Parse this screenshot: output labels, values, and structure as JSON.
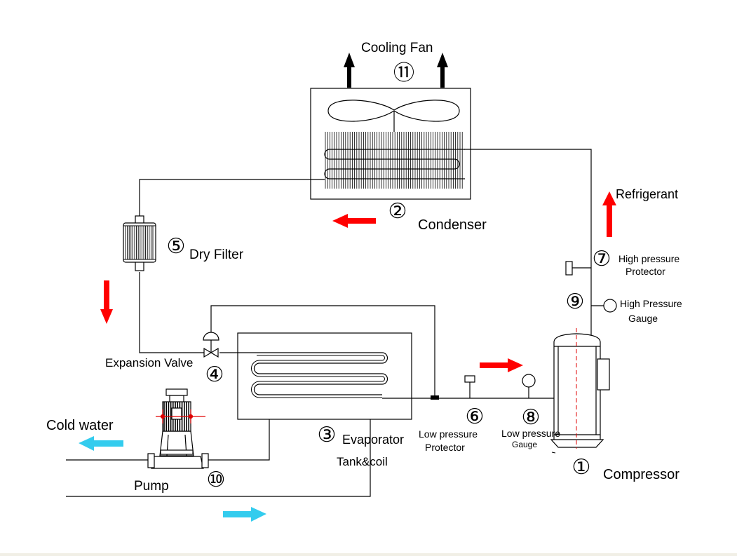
{
  "labels": {
    "cooling_fan": "Cooling Fan",
    "condenser": "Condenser",
    "refrigerant": "Refrigerant",
    "dry_filter": "Dry Filter",
    "high_pressure_protector_line1": "High pressure",
    "high_pressure_protector_line2": "Protector",
    "high_pressure_gauge_line1": "High Pressure",
    "high_pressure_gauge_line2": "Gauge",
    "expansion_valve": "Expansion Valve",
    "cold_water": "Cold water",
    "evaporator": "Evaporator",
    "tank_coil": "Tank&coil",
    "low_pressure_protector_line1": "Low pressure",
    "low_pressure_protector_line2": "Protector",
    "low_pressure_gauge_line1": "Low pressure",
    "low_pressure_gauge_line2": "Gauge",
    "pump": "Pump",
    "compressor": "Compressor"
  },
  "numbers": {
    "n1": "①",
    "n2": "②",
    "n3": "③",
    "n4": "④",
    "n5": "⑤",
    "n6": "⑥",
    "n7": "⑦",
    "n8": "⑧",
    "n9": "⑨",
    "n10": "⑩",
    "n11": "⑪"
  },
  "colors": {
    "refrigerant_arrow": "#ff0000",
    "water_arrow": "#33ccee",
    "fan_arrow": "#000000",
    "line": "#000000"
  }
}
